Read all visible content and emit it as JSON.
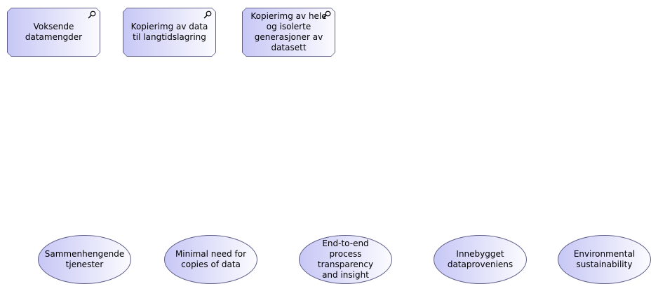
{
  "drivers": [
    {
      "label": "Voksende datamengder",
      "icon": "magnifier-icon"
    },
    {
      "label": "Kopierimg av data til langtidslagring",
      "icon": "magnifier-icon"
    },
    {
      "label": "Kopierimg av hele og isolerte generasjoner av datasett",
      "icon": "magnifier-icon"
    }
  ],
  "goals": [
    {
      "label": "Sammenhengende tjenester"
    },
    {
      "label": "Minimal need for copies of data"
    },
    {
      "label": "End-to-end process transparency and insight"
    },
    {
      "label": "Innebygget dataproveniens"
    },
    {
      "label": "Environmental sustainability"
    }
  ],
  "colors": {
    "fill_start": "#c7c7f6",
    "fill_end": "#fbfbff",
    "border": "#5f5f8a"
  }
}
